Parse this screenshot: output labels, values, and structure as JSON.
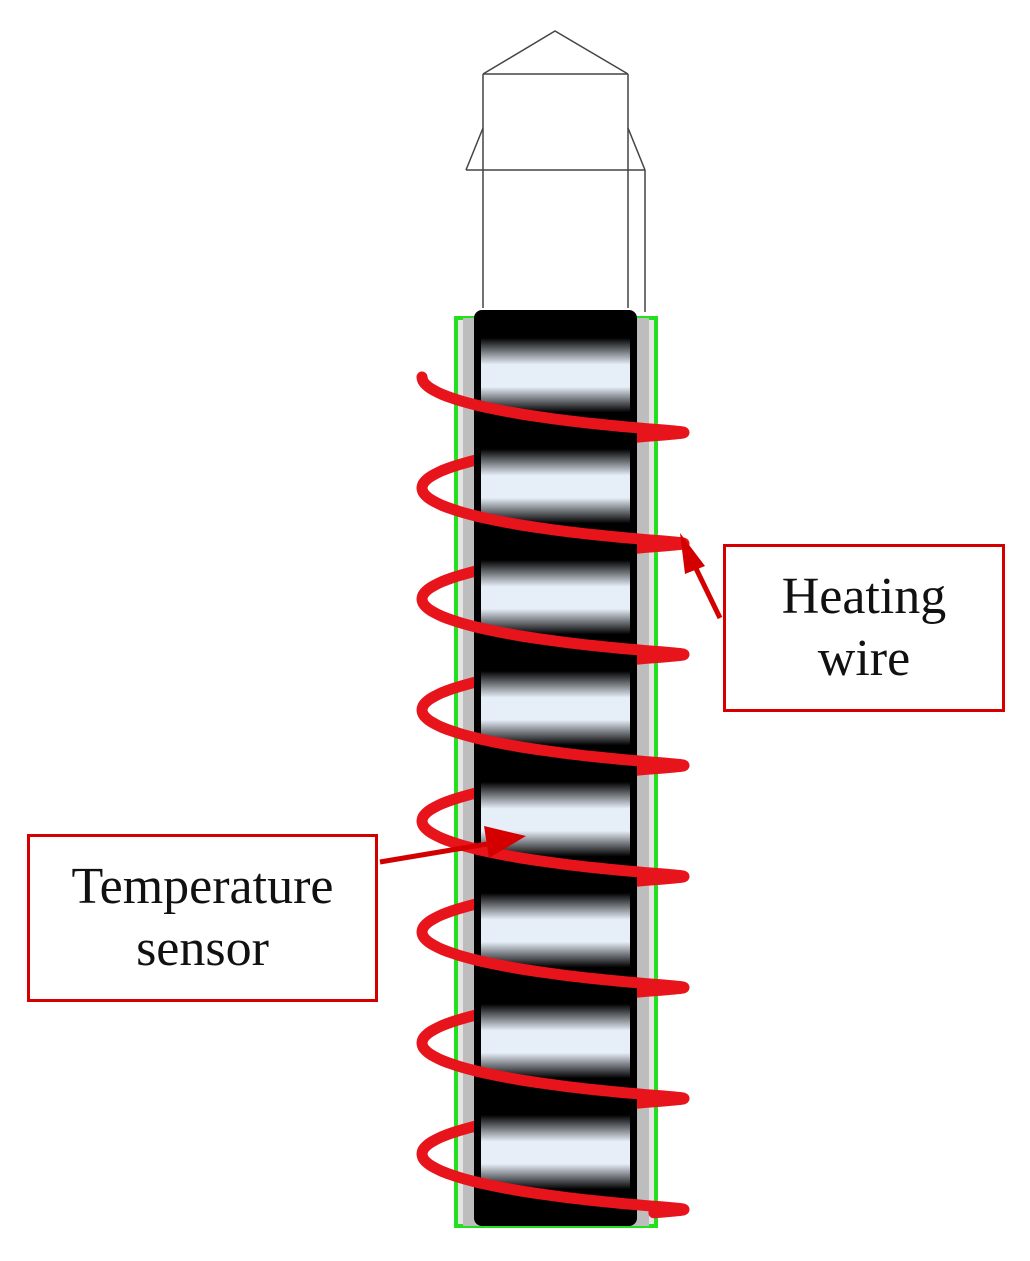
{
  "labels": {
    "heating_wire": {
      "line1": "Heating",
      "line2": "wire"
    },
    "temperature_sensor": {
      "line1": "Temperature",
      "line2": "sensor"
    }
  },
  "colors": {
    "heating_wire": "#e8141c",
    "callout_border": "#d40000",
    "outer_sheath": "#22e01e",
    "tube_dark": "#000000",
    "tube_light": "#e6eef8",
    "outline": "#444444"
  }
}
